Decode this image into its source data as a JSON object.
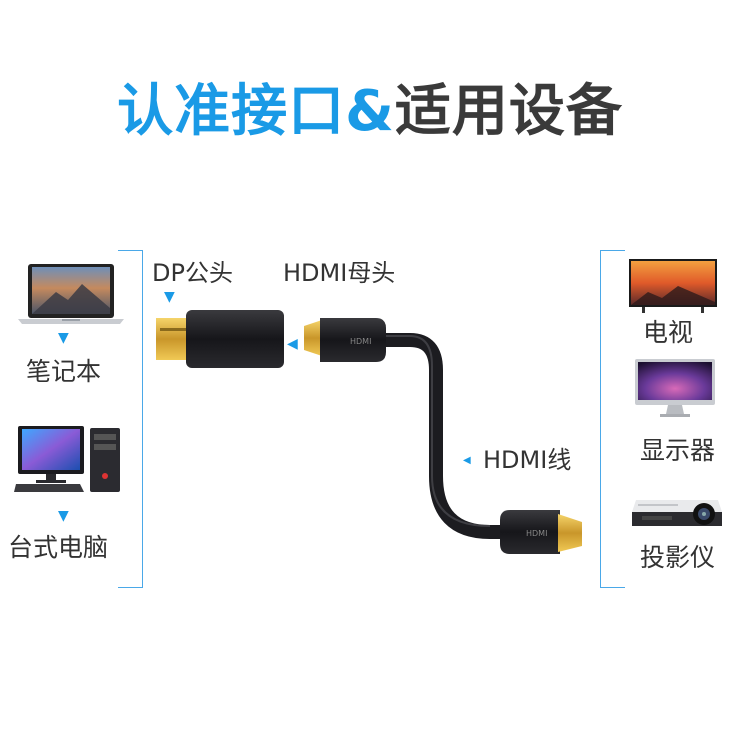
{
  "title": {
    "part1": "认准接口",
    "amp": "&",
    "part2": "适用设备"
  },
  "left_devices": [
    {
      "label": "笔记本",
      "icon": "laptop-icon"
    },
    {
      "label": "台式电脑",
      "icon": "desktop-pc-icon"
    }
  ],
  "right_devices": [
    {
      "label": "电视",
      "icon": "tv-icon"
    },
    {
      "label": "显示器",
      "icon": "monitor-icon"
    },
    {
      "label": "投影仪",
      "icon": "projector-icon"
    }
  ],
  "adapter": {
    "dp_label": "DP公头",
    "hdmi_female_label": "HDMI母头",
    "cable_label": "HDMI线",
    "plug_text": "HDMI"
  },
  "colors": {
    "accent": "#1a9ae6",
    "dark_text": "#3a3a3a",
    "bracket": "#4aa8e8"
  }
}
